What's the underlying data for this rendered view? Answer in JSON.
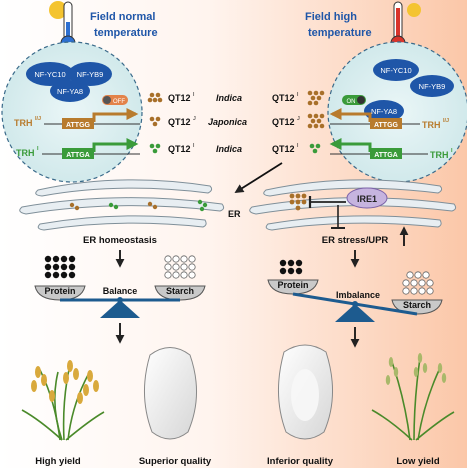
{
  "left_panel": {
    "title_line1": "Field normal",
    "title_line2": "temperature",
    "factors": [
      "NF-YC10",
      "NF-YB9",
      "NF-YA8"
    ],
    "switch_label": "OFF",
    "gene_top": "TRH",
    "gene_top_sup": "I/J",
    "gene_bottom": "TRH",
    "gene_bottom_sup": "I",
    "promoter_top": "ATTGG",
    "promoter_bottom": "ATTGA",
    "outcome_balance": "Balance",
    "outcome_left_yield": "High yield",
    "outcome_quality": "Superior quality"
  },
  "right_panel": {
    "title_line1": "Field high",
    "title_line2": "temperature",
    "factors": [
      "NF-YC10",
      "NF-YB9",
      "NF-YA8"
    ],
    "switch_label": "ON",
    "gene_top": "TRH",
    "gene_top_sup": "I/J",
    "gene_bottom": "TRH",
    "gene_bottom_sup": "I",
    "promoter_top": "ATTGG",
    "promoter_bottom": "ATTGA",
    "outcome_balance": "Imbalance",
    "outcome_yield": "Low yield",
    "outcome_quality": "Inferior quality"
  },
  "center_rows": [
    {
      "left_allele": "QT12",
      "left_sup": "I",
      "subspecies": "Indica",
      "right_allele": "QT12",
      "right_sup": "I"
    },
    {
      "left_allele": "QT12",
      "left_sup": "J",
      "subspecies": "Japonica",
      "right_allele": "QT12",
      "right_sup": "J"
    },
    {
      "left_allele": "QT12",
      "left_sup": "I",
      "subspecies": "Indica",
      "right_allele": "QT12",
      "right_sup": "I"
    }
  ],
  "er_label": "ER",
  "ire1_label": "IRE1",
  "er_homeostasis": "ER homeostasis",
  "er_stress": "ER stress/UPR",
  "protein_label": "Protein",
  "starch_label": "Starch",
  "colors": {
    "blue_factor": "#1f56a8",
    "orange_gene": "#c8862b",
    "green_gene": "#3a9b3a",
    "ire1": "#c6b4df",
    "balance_blue": "#1d5b8f"
  }
}
